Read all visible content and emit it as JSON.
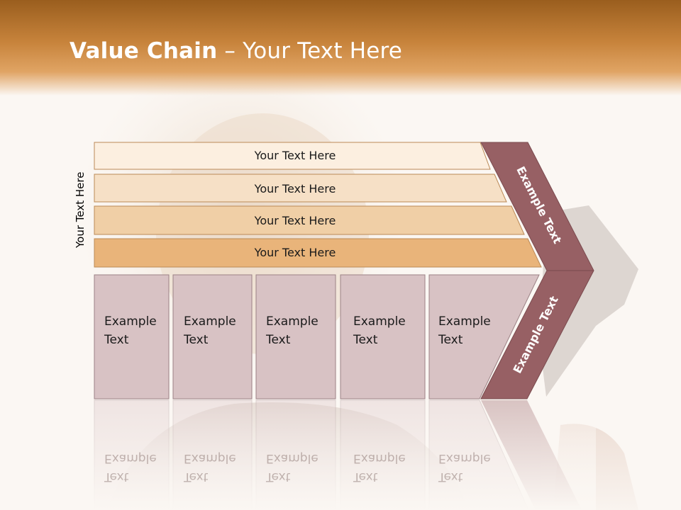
{
  "slide": {
    "title_bold": "Value Chain",
    "title_rest": " – Your Text Here",
    "vertical_label": "Your Text Here"
  },
  "bars": [
    {
      "label": "Your Text Here",
      "color": "#fcefe0"
    },
    {
      "label": "Your Text Here",
      "color": "#f6e0c6"
    },
    {
      "label": "Your Text Here",
      "color": "#f0cfa6"
    },
    {
      "label": "Your Text Here",
      "color": "#e9b47a"
    }
  ],
  "boxes": [
    {
      "line1": "Example",
      "line2": "Text"
    },
    {
      "line1": "Example",
      "line2": "Text"
    },
    {
      "line1": "Example",
      "line2": "Text"
    },
    {
      "line1": "Example",
      "line2": "Text"
    },
    {
      "line1": "Example",
      "line2": "Text"
    }
  ],
  "chevron": {
    "upper_label": "Example Text",
    "lower_label": "Example Text",
    "color": "#976064"
  },
  "colors": {
    "box_fill": "#d8c2c4",
    "box_border": "#9c8286",
    "bar_border": "#bb8a57",
    "header": "#c8843c"
  }
}
